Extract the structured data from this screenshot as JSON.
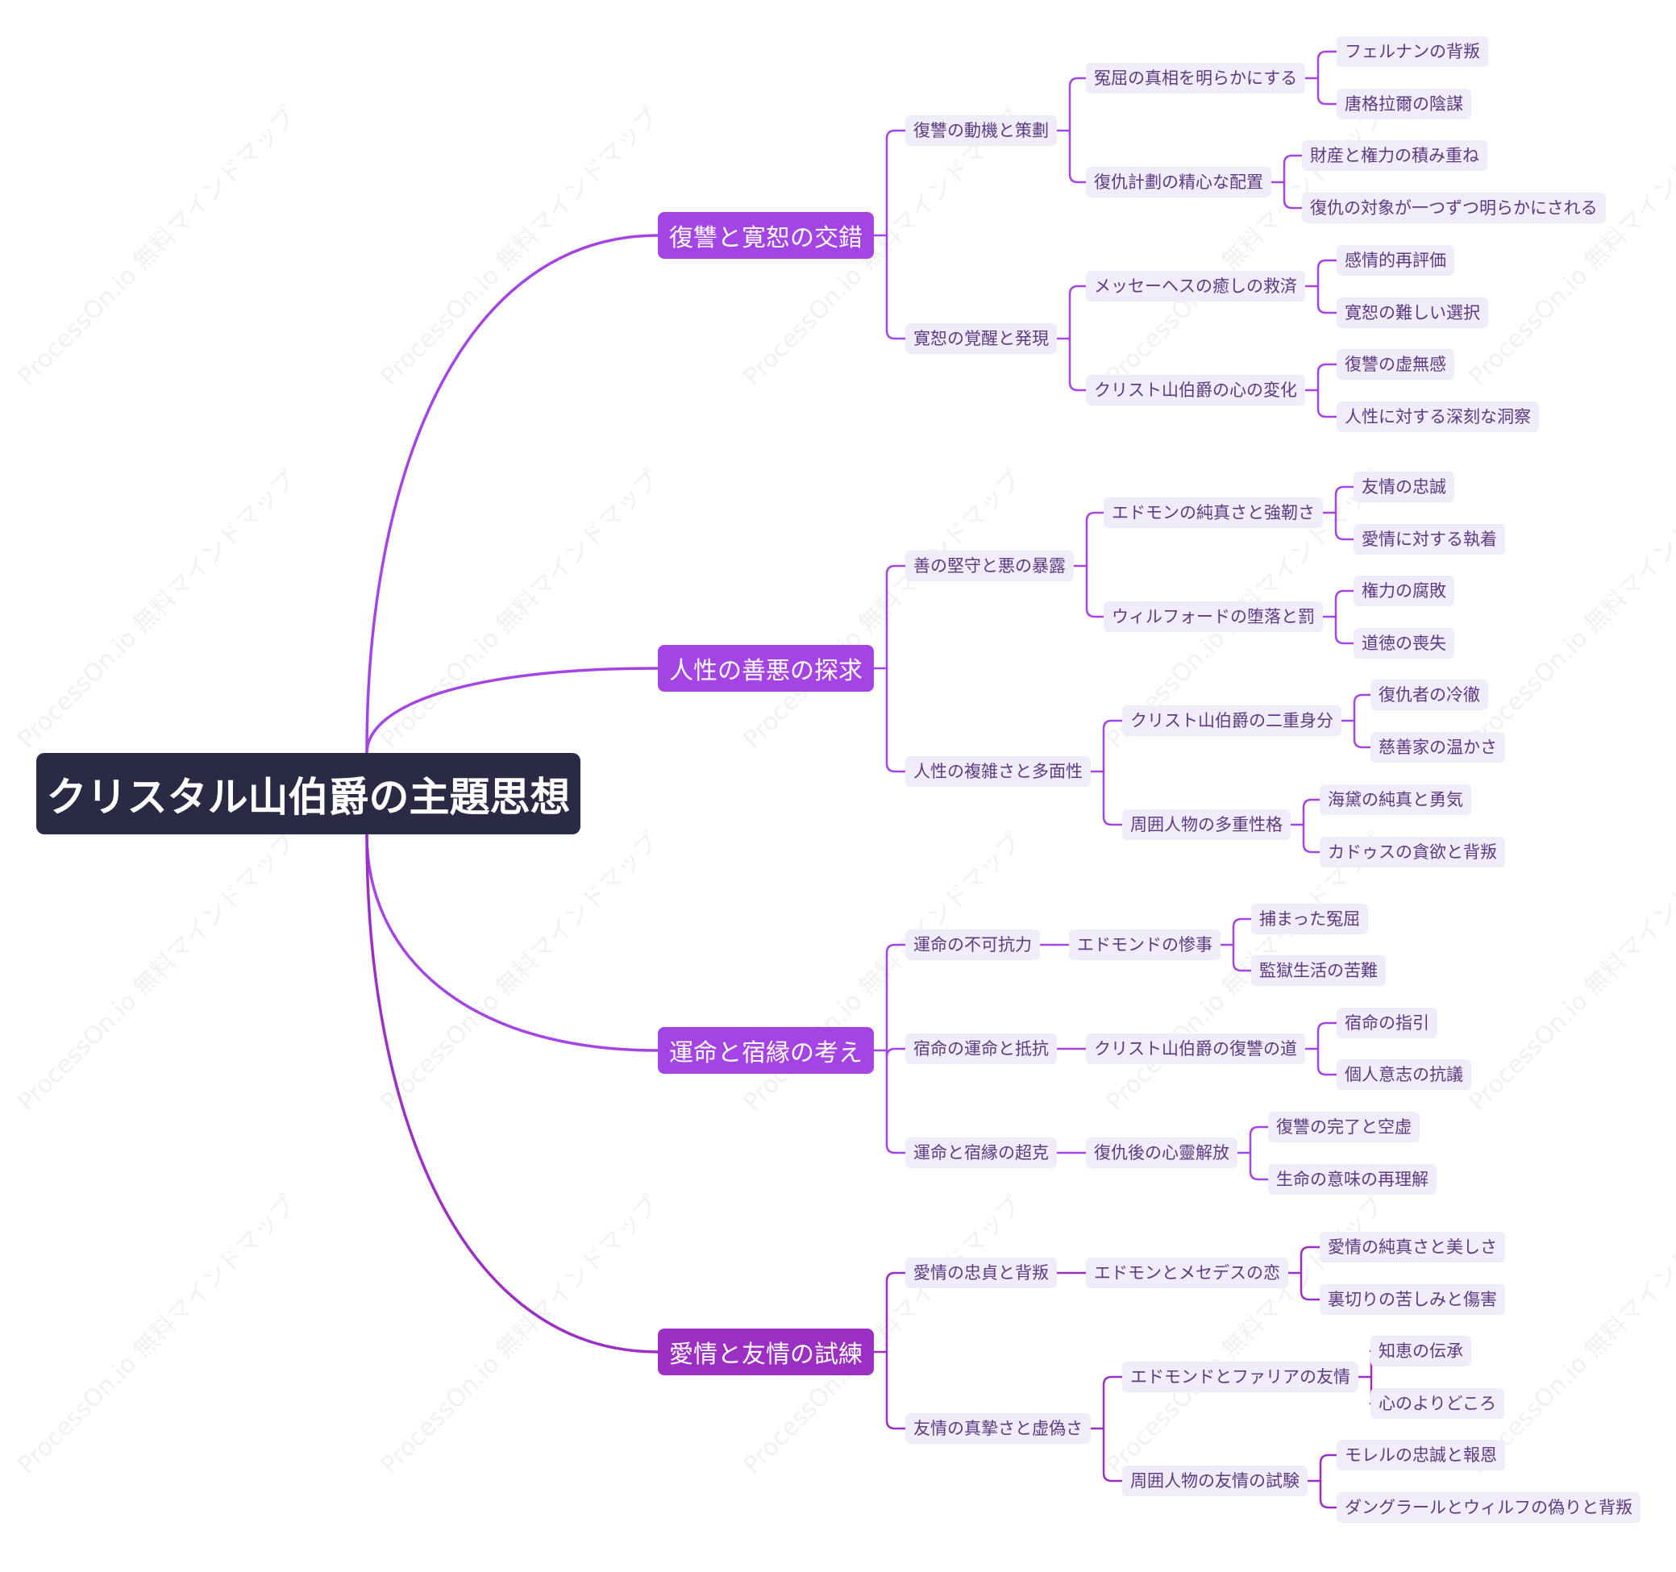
{
  "root": "クリスタル山伯爵の主題思想",
  "watermark": "ProcessOn.io 無料マインドマップ",
  "colors": {
    "root_bg": "#2b2a45",
    "branch_purple": "#a444e4",
    "branch_magenta": "#9b2fc3",
    "node_bg": "#f1ecf9",
    "node_text": "#5d3a82"
  },
  "branches": [
    {
      "label": "復讐と寛恕の交錯",
      "children": [
        {
          "label": "復讐の動機と策劃",
          "children": [
            {
              "label": "冤屈の真相を明らかにする",
              "children": [
                "フェルナンの背叛",
                "唐格拉爾の陰謀"
              ]
            },
            {
              "label": "復仇計劃の精心な配置",
              "children": [
                "財産と権力の積み重ね",
                "復仇の対象が一つずつ明らかにされる"
              ]
            }
          ]
        },
        {
          "label": "寛恕の覚醒と発現",
          "children": [
            {
              "label": "メッセーヘスの癒しの救済",
              "children": [
                "感情的再評価",
                "寛恕の難しい選択"
              ]
            },
            {
              "label": "クリスト山伯爵の心の変化",
              "children": [
                "復讐の虚無感",
                "人性に対する深刻な洞察"
              ]
            }
          ]
        }
      ]
    },
    {
      "label": "人性の善悪の探求",
      "children": [
        {
          "label": "善の堅守と悪の暴露",
          "children": [
            {
              "label": "エドモンの純真さと強靭さ",
              "children": [
                "友情の忠誠",
                "愛情に対する執着"
              ]
            },
            {
              "label": "ウィルフォードの堕落と罰",
              "children": [
                "権力の腐敗",
                "道徳の喪失"
              ]
            }
          ]
        },
        {
          "label": "人性の複雑さと多面性",
          "children": [
            {
              "label": "クリスト山伯爵の二重身分",
              "children": [
                "復仇者の冷徹",
                "慈善家の温かさ"
              ]
            },
            {
              "label": "周囲人物の多重性格",
              "children": [
                "海黛の純真と勇気",
                "カドゥスの貪欲と背叛"
              ]
            }
          ]
        }
      ]
    },
    {
      "label": "運命と宿縁の考え",
      "children": [
        {
          "label": "運命の不可抗力",
          "children": [
            {
              "label": "エドモンドの惨事",
              "children": [
                "捕まった冤屈",
                "監獄生活の苦難"
              ]
            }
          ]
        },
        {
          "label": "宿命の運命と抵抗",
          "children": [
            {
              "label": "クリスト山伯爵の復讐の道",
              "children": [
                "宿命の指引",
                "個人意志の抗議"
              ]
            }
          ]
        },
        {
          "label": "運命と宿縁の超克",
          "children": [
            {
              "label": "復仇後の心靈解放",
              "children": [
                "復讐の完了と空虚",
                "生命の意味の再理解"
              ]
            }
          ]
        }
      ]
    },
    {
      "label": "愛情と友情の試練",
      "children": [
        {
          "label": "愛情の忠貞と背叛",
          "children": [
            {
              "label": "エドモンとメセデスの恋",
              "children": [
                "愛情の純真さと美しさ",
                "裏切りの苦しみと傷害"
              ]
            }
          ]
        },
        {
          "label": "友情の真摯さと虚偽さ",
          "children": [
            {
              "label": "エドモンドとファリアの友情",
              "children": [
                "知恵の伝承",
                "心のよりどころ"
              ]
            },
            {
              "label": "周囲人物の友情の試験",
              "children": [
                "モレルの忠誠と報恩",
                "ダングラールとウィルフの偽りと背叛"
              ]
            }
          ]
        }
      ]
    }
  ]
}
